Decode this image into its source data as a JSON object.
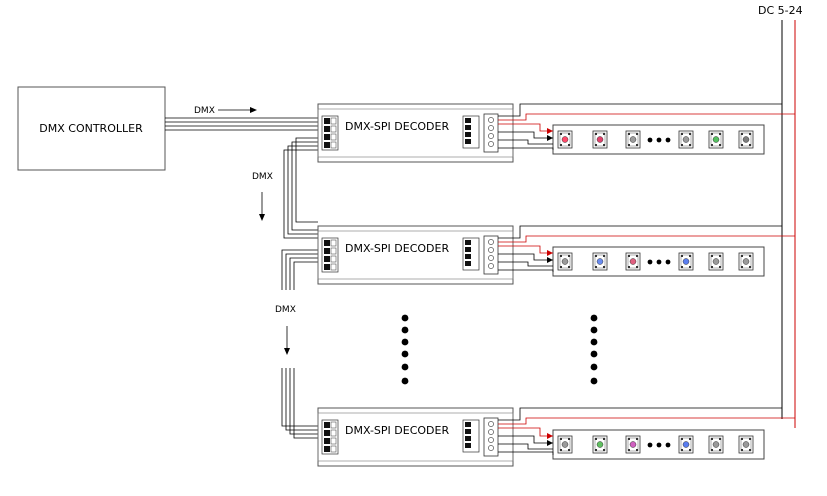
{
  "labels": {
    "controller": "DMX CONTROLLER",
    "decoder": "DMX-SPI DECODER",
    "dmx": "DMX",
    "power": "DC 5-24"
  },
  "decoders": [
    {
      "id": 1
    },
    {
      "id": 2
    },
    {
      "id": 3
    }
  ],
  "strips": [
    {
      "pixel_colors": [
        "#ff4a6a",
        "#e0406a",
        "#9a9a9a",
        "#9a9a9a",
        "#55c060",
        "#7c7c7c"
      ]
    },
    {
      "pixel_colors": [
        "#9a9a9a",
        "#6a8cf0",
        "#e06080",
        "#5a7ef0",
        "#9a9a9a",
        "#9a9a9a"
      ]
    },
    {
      "pixel_colors": [
        "#9a9a9a",
        "#60c060",
        "#d060c0",
        "#5a7ef0",
        "#9a9a9a",
        "#9a9a9a"
      ]
    }
  ],
  "colors": {
    "line": "#000000",
    "power_positive": "#cc0000",
    "stroke": "#555555"
  }
}
